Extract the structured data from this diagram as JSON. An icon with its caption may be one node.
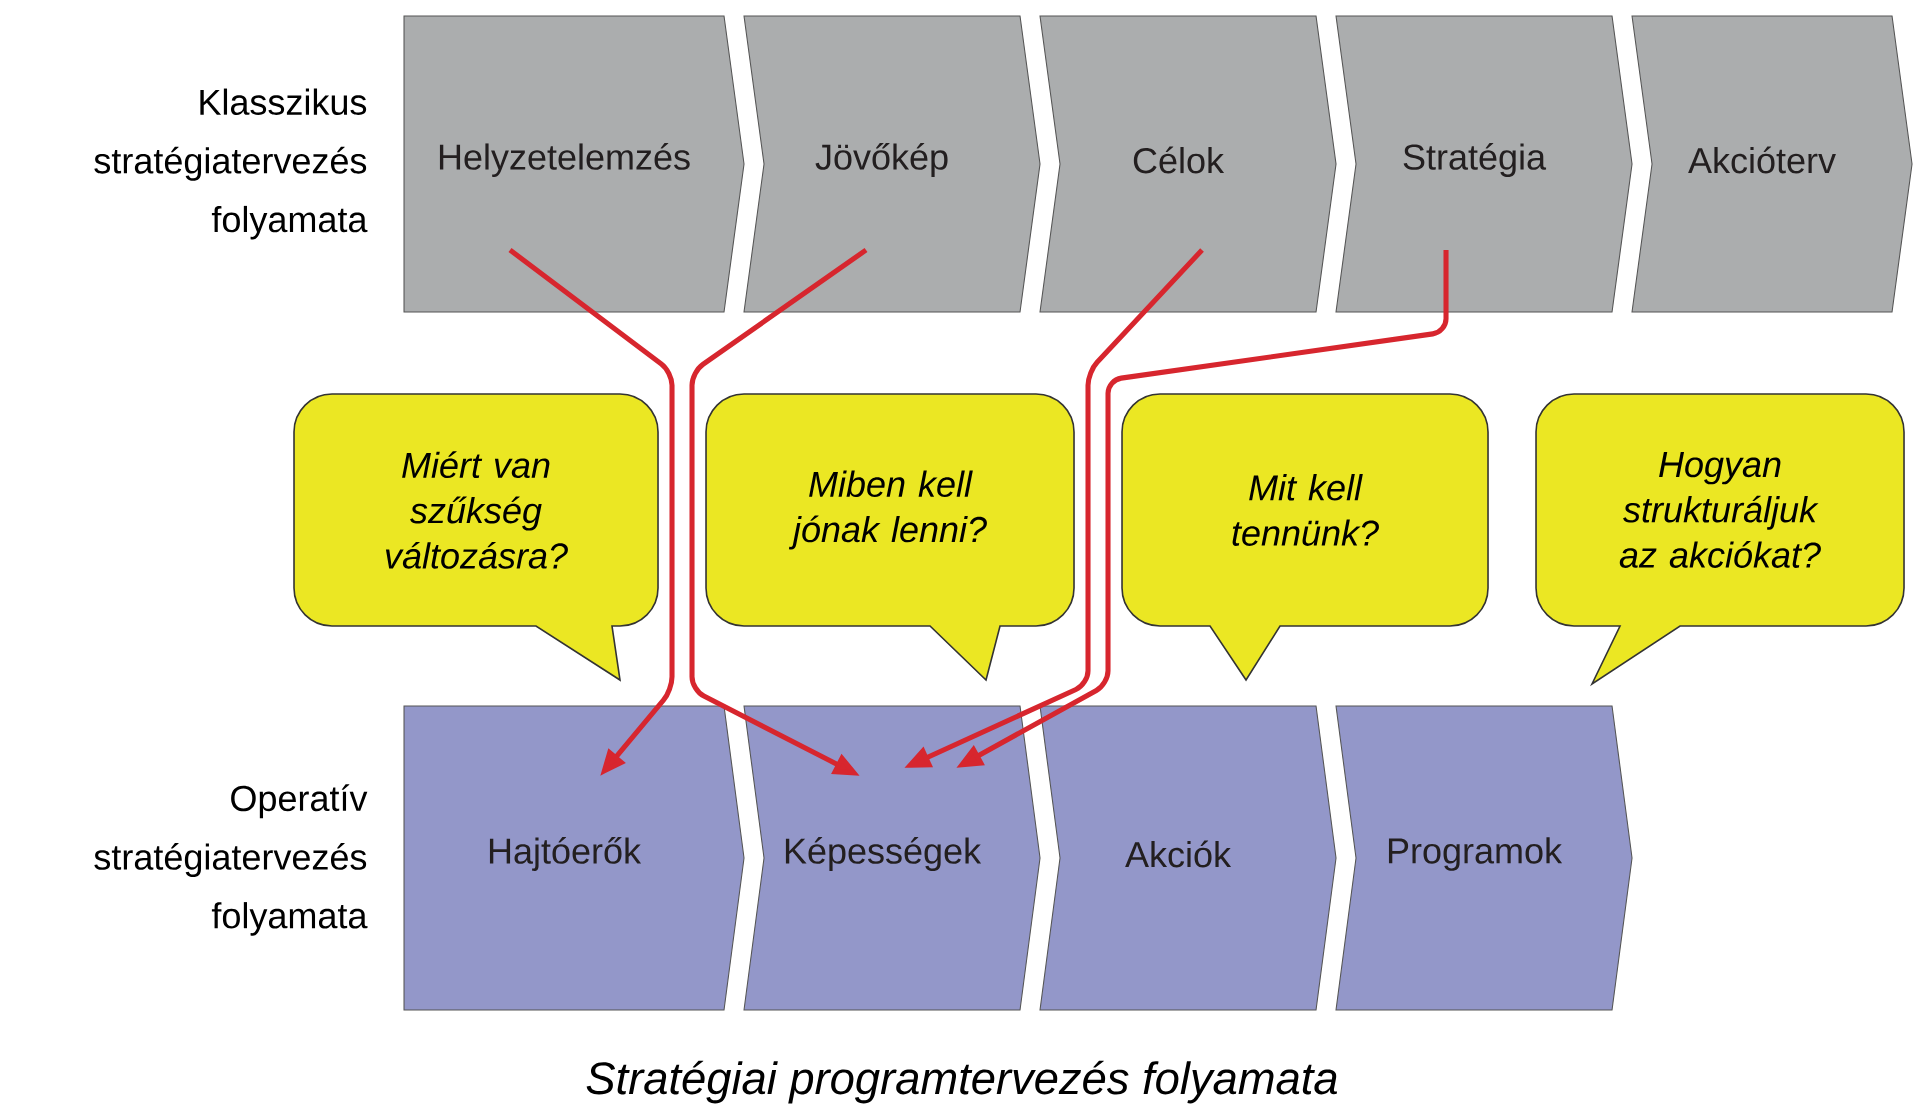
{
  "diagram": {
    "caption": "Stratégiai programtervezés folyamata",
    "nodes": [
      {
        "text": [
          "Helyzetelemzés"
        ]
      },
      {
        "text": [
          "Jövőkép"
        ]
      },
      {
        "text": [
          "Célok"
        ]
      },
      {
        "text": [
          "Stratégia"
        ]
      },
      {
        "text": [
          "Akcióterv"
        ]
      },
      {
        "text": [
          "Miért van szűkség változásra?"
        ]
      },
      {
        "text": [
          "Miben kell jónak lenni?"
        ]
      },
      {
        "text": [
          "Mit kell tennünk?"
        ]
      },
      {
        "text": [
          "Hogyan strukturáljuk az akciókat?"
        ]
      },
      {
        "text": [
          "Hajtóerők"
        ]
      },
      {
        "text": [
          "Képességek"
        ]
      },
      {
        "text": [
          "Akciók"
        ]
      },
      {
        "text": [
          "Programok"
        ]
      }
    ],
    "edges": [
      {
        "from": 0,
        "to": 9,
        "arrow": "to"
      },
      {
        "from": 1,
        "to": 10,
        "arrow": "to"
      },
      {
        "from": 2,
        "to": 10,
        "arrow": "to"
      },
      {
        "from": 3,
        "to": 10,
        "arrow": "to"
      }
    ],
    "labels": [
      "Klasszikus stratégiatervezés folyamata",
      "Operatív stratégiatervezés folyamata"
    ]
  }
}
